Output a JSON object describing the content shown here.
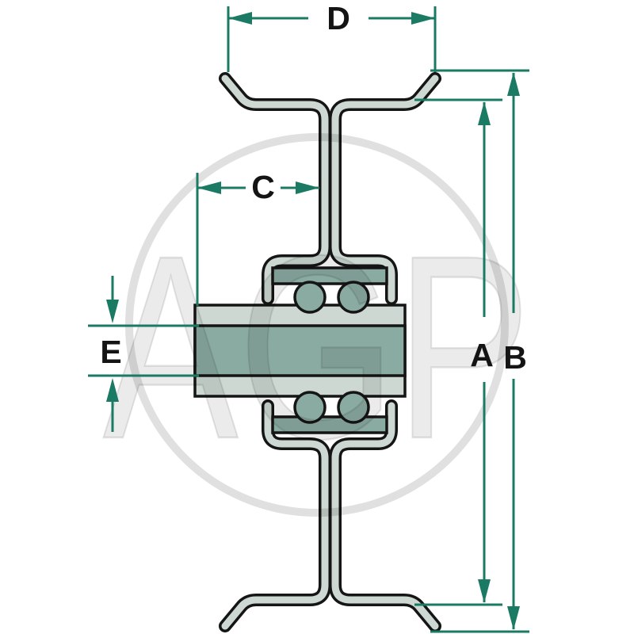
{
  "page": {
    "description": "Technical cross-section diagram of a pressed-steel idler wheel / pulley with double ball bearing hub and dimension callouts"
  },
  "watermark": {
    "text": "AGP"
  },
  "dimension_labels": {
    "a": "A",
    "b": "B",
    "c": "C",
    "d": "D",
    "e": "E"
  },
  "dimensions_meaning": {
    "a": "inner overall height between flange faces",
    "b": "overall outside diameter over rim lips",
    "c": "hub end to center web distance",
    "d": "top groove width between rim lips",
    "e": "inner hub tube diameter"
  },
  "colors": {
    "dimension_accent": "#1b7a63",
    "outline_black": "#151515",
    "metal_light": "#cdd8d2",
    "metal_dark": "#8aaba1",
    "watermark_gray": "#e2e2e2",
    "background": "#ffffff"
  }
}
